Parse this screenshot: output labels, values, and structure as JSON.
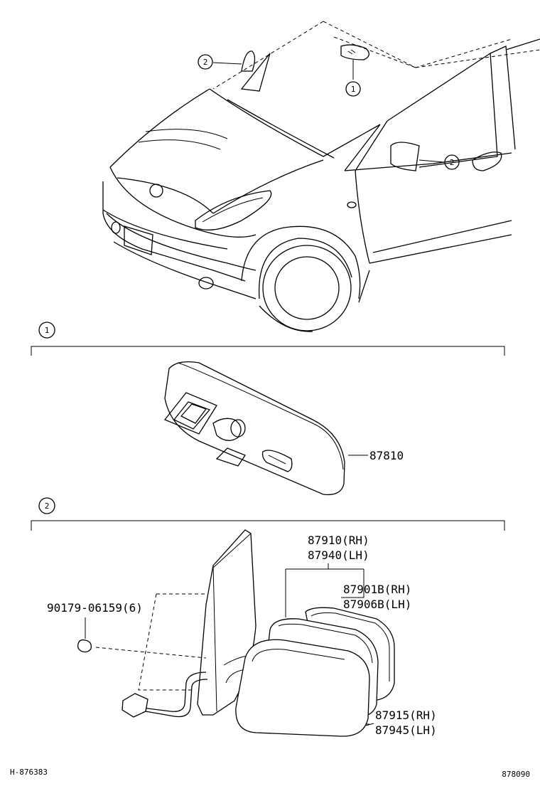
{
  "callouts": {
    "car_mirror_inner": "1",
    "car_mirror_outer_left": "2",
    "car_mirror_outer_right": "2",
    "section_1": "1",
    "section_2": "2"
  },
  "parts": {
    "inner_mirror": "87810",
    "outer_mirror_rh": "87910(RH)",
    "outer_mirror_lh": "87940(LH)",
    "mirror_sub_rh": "87901B(RH)",
    "mirror_sub_lh": "87906B(LH)",
    "screw": "90179-06159(6)",
    "cover_rh": "87915(RH)",
    "cover_lh": "87945(LH)"
  },
  "footer": {
    "left_code": "H-876383",
    "right_code": "878090"
  }
}
